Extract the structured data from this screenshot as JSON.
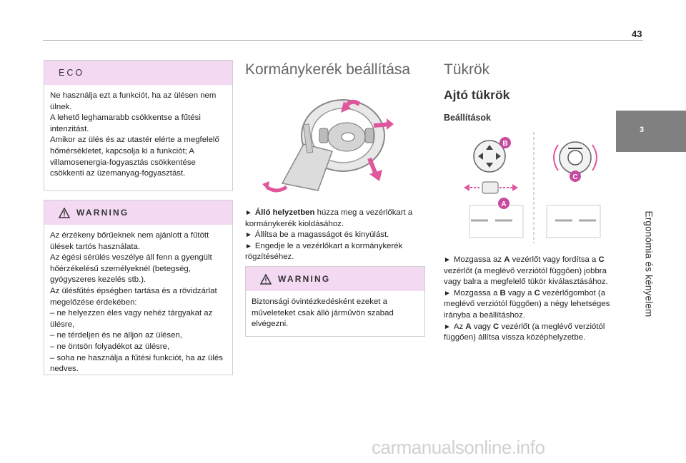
{
  "page": {
    "number": "43"
  },
  "side": {
    "chapter_number": "3",
    "chapter_title": "Ergonómia és kényelem"
  },
  "eco_box": {
    "title": "ECO",
    "lines": [
      "Ne használja ezt a funkciót, ha az ülésen nem ülnek.",
      "A lehető leghamarabb csökkentse a fűtési intenzitást.",
      "Amikor az ülés és az utastér elérte a megfelelő hőmérsékletet, kapcsolja ki a funkciót; A villamosenergia-fogyasztás csökkentése csökkenti az üzemanyag-fogyasztást."
    ]
  },
  "warning_box_1": {
    "title": "WARNING",
    "lines": [
      "Az érzékeny bőrűeknek nem ajánlott a fűtött ülések tartós használata.",
      "Az égési sérülés veszélye áll fenn a gyengült hőérzékelésű személyeknél (betegség, gyógyszeres kezelés stb.).",
      "Az ülésfűtés épségben tartása és a rövidzárlat megelőzése érdekében:",
      "– ne helyezzen éles vagy nehéz tárgyakat az ülésre,",
      "– ne térdeljen és ne álljon az ülésen,",
      "– ne öntsön folyadékot az ülésre,",
      "– soha ne használja a fűtési funkciót, ha az ülés nedves."
    ]
  },
  "steering": {
    "title": "Kormánykerék beállítása",
    "step1_bold": "Álló helyzetben",
    "step1_rest": " húzza meg a vezérlőkart a kormánykerék kioldásához.",
    "step2": "Állítsa be a magasságot és kinyúlást.",
    "step3": "Engedje le a vezérlőkart a kormánykerék rögzítéséhez.",
    "arrow": "►"
  },
  "warning_box_2": {
    "title": "WARNING",
    "text": "Biztonsági óvintézkedésként ezeket a műveleteket csak álló járművön szabad elvégezni."
  },
  "mirrors": {
    "title": "Tükrök",
    "subtitle": "Ajtó tükrök",
    "section": "Beállítások",
    "label_a": "A",
    "label_b": "B",
    "label_c": "C",
    "p1_a": "Mozgassa az ",
    "p1_b": " vezérlőt vagy fordítsa a ",
    "p1_c": " vezérlőt (a meglévő verziótól függően) jobbra vagy balra a megfelelő tükör kiválasztásához.",
    "p2_a": "Mozgassa a ",
    "p2_b": " vagy a ",
    "p2_c": " vezérlőgombot (a meglévő verziótól függően) a négy lehetséges irányba a beállításhoz.",
    "p3_a": "Az ",
    "p3_b": " vagy ",
    "p3_c": " vezérlőt (a meglévő verziótól függően) állítsa vissza középhelyzetbe."
  },
  "watermark": {
    "text": "carmanualsonline.info"
  },
  "colors": {
    "accent_pink": "#f4d9f2",
    "arrow_pink": "#e0569c",
    "tab_gray": "#808080"
  }
}
